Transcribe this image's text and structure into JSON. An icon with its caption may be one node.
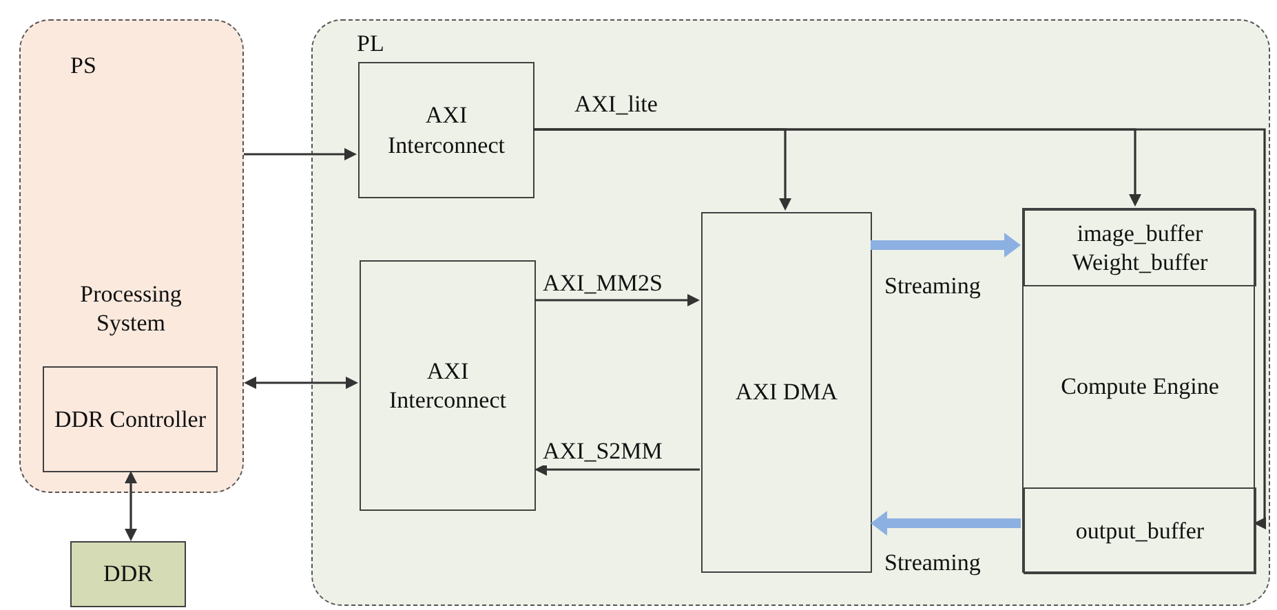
{
  "diagram": {
    "nodes": [
      {
        "text": [
          "PS",
          "Processing System"
        ]
      },
      {
        "text": [
          "DDR Controller"
        ],
        "in": 0
      },
      {
        "text": [
          "DDR"
        ]
      },
      {
        "text": [
          "PL"
        ]
      },
      {
        "text": [
          "AXI Interconnect"
        ],
        "in": 3
      },
      {
        "text": [
          "AXI Interconnect"
        ],
        "in": 3
      },
      {
        "text": [
          "AXI DMA"
        ],
        "in": 3
      },
      {
        "text": [
          "Compute Engine"
        ],
        "in": 3
      },
      {
        "text": [
          "image_buffer Weight_buffer"
        ],
        "in": 7
      },
      {
        "text": [
          "output_buffer"
        ],
        "in": 7
      }
    ],
    "edges": [
      {
        "from": 0,
        "to": 4,
        "arrow": "to"
      },
      {
        "from": 0,
        "to": 5,
        "arrow": "both"
      },
      {
        "from": 1,
        "to": 2,
        "arrow": "both"
      },
      {
        "from": 4,
        "to": 6,
        "arrow": "to",
        "label": "AXI_lite"
      },
      {
        "from": 4,
        "to": 8,
        "arrow": "to"
      },
      {
        "from": 4,
        "to": 9,
        "arrow": "to"
      },
      {
        "from": 5,
        "to": 6,
        "arrow": "to",
        "label": "AXI_MM2S"
      },
      {
        "from": 6,
        "to": 5,
        "arrow": "to",
        "label": "AXI_S2MM"
      },
      {
        "from": 6,
        "to": 8,
        "arrow": "to",
        "label": "Streaming",
        "style": "thick",
        "color": "#8db0e2"
      },
      {
        "from": 9,
        "to": 6,
        "arrow": "to",
        "label": "Streaming",
        "style": "thick",
        "color": "#8db0e2"
      }
    ]
  }
}
